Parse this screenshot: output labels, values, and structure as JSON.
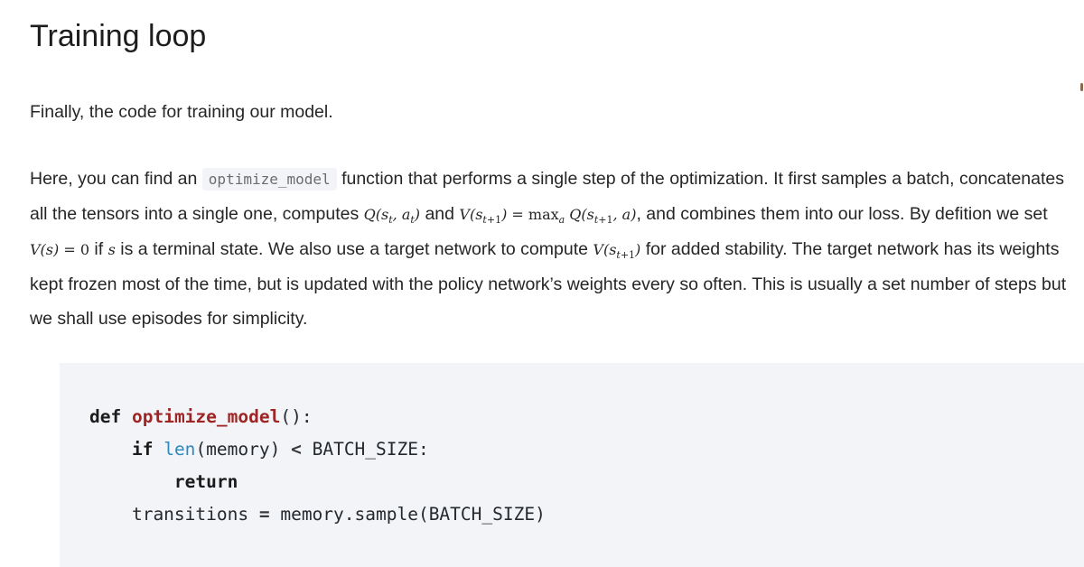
{
  "page": {
    "heading": "Training loop",
    "para_intro": "Finally, the code for training our model.",
    "para_main": {
      "seg1": "Here, you can find an ",
      "code1": "optimize_model",
      "seg2": " function that performs a single step of the optimization. It first samples a batch, concatenates all the tensors into a single one, computes ",
      "math1": "Q(s_t, a_t)",
      "seg3": " and ",
      "math2": "V(s_{t+1}) = max_a Q(s_{t+1}, a)",
      "seg4": ", and combines them into our loss. By defition we set ",
      "math3": "V(s) = 0",
      "seg5": " if ",
      "math4": "s",
      "seg6": " is a terminal state. We also use a target network to compute ",
      "math5": "V(s_{t+1})",
      "seg7": " for added stability. The target network has its weights kept frozen most of the time, but is updated with the policy network’s weights every so often. This is usually a set number of steps but we shall use episodes for simplicity."
    }
  },
  "code_block": {
    "language": "python",
    "lines": [
      {
        "tokens": [
          {
            "text": "def",
            "cls": "kw"
          },
          {
            "text": " ",
            "cls": "pl"
          },
          {
            "text": "optimize_model",
            "cls": "fn"
          },
          {
            "text": "():",
            "cls": "pl"
          }
        ]
      },
      {
        "tokens": [
          {
            "text": "    ",
            "cls": "pl"
          },
          {
            "text": "if",
            "cls": "kw"
          },
          {
            "text": " ",
            "cls": "pl"
          },
          {
            "text": "len",
            "cls": "bi"
          },
          {
            "text": "(memory) ",
            "cls": "pl"
          },
          {
            "text": "<",
            "cls": "op"
          },
          {
            "text": " BATCH_SIZE:",
            "cls": "pl"
          }
        ]
      },
      {
        "tokens": [
          {
            "text": "        ",
            "cls": "pl"
          },
          {
            "text": "return",
            "cls": "kw"
          }
        ]
      },
      {
        "tokens": [
          {
            "text": "    transitions ",
            "cls": "pl"
          },
          {
            "text": "=",
            "cls": "op"
          },
          {
            "text": " memory.sample(BATCH_SIZE)",
            "cls": "pl"
          }
        ]
      }
    ]
  },
  "colors": {
    "text": "#262626",
    "heading": "#1d1d1f",
    "code_bg": "#f3f4f7",
    "inline_code_text": "#6c6c6d",
    "code_text": "#24292e",
    "kw": "#1b1b1b",
    "fn": "#9e2524",
    "bi": "#2c8abe",
    "op": "#3a3a3a",
    "scroll_thumb": "#8a6a4f"
  }
}
